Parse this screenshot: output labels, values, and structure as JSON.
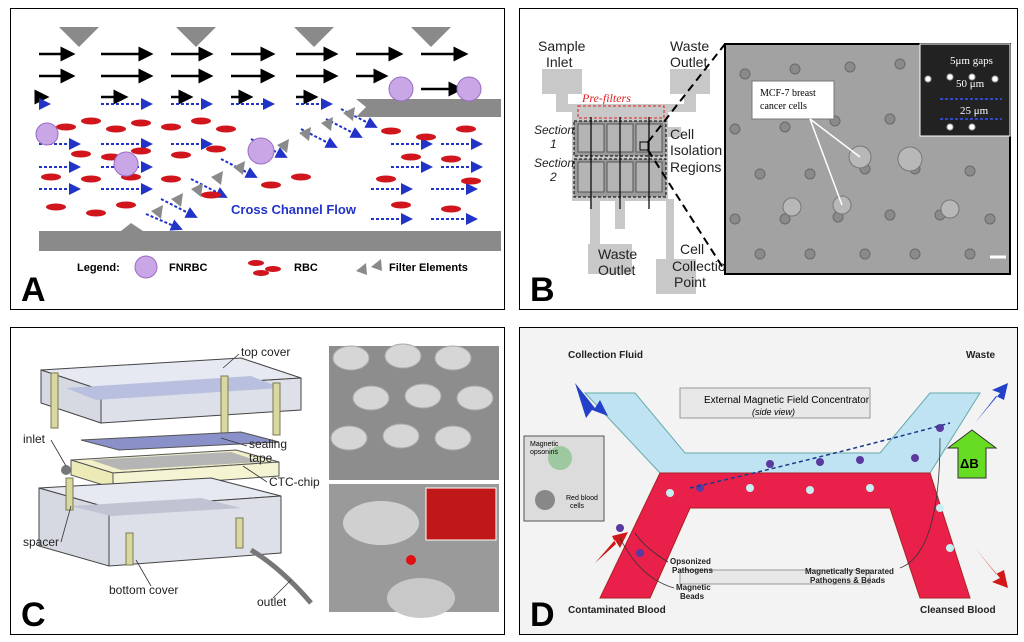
{
  "panels": {
    "A": {
      "label": "A",
      "flow_label": "Cross Channel Flow",
      "legend_title": "Legend:",
      "legend_fnrbc": "FNRBC",
      "legend_rbc": "RBC",
      "legend_filter": "Filter Elements"
    },
    "B": {
      "label": "B",
      "sample_inlet": [
        "Sample",
        "Inlet"
      ],
      "waste_outlet_top": [
        "Waste",
        "Outlet"
      ],
      "prefilters": "Pre-filters",
      "section1": [
        "Section",
        "1"
      ],
      "section2": [
        "Section",
        "2"
      ],
      "cell_isolation": [
        "Cell",
        "Isolation",
        "Regions"
      ],
      "waste_outlet_bottom": [
        "Waste",
        "Outlet"
      ],
      "cell_collection": [
        "Cell",
        "Collection",
        "Point"
      ],
      "mcf7": [
        "MCF-7 breast",
        "cancer cells"
      ],
      "gaps": "5μm gaps",
      "dim50": "50 μm",
      "dim25": "25 μm"
    },
    "C": {
      "label": "C",
      "top_cover": "top cover",
      "sealing_tape": [
        "sealing",
        "tape"
      ],
      "ctc_chip": "CTC-chip",
      "inlet": "inlet",
      "spacer": "spacer",
      "bottom_cover": "bottom cover",
      "outlet": "outlet"
    },
    "D": {
      "label": "D",
      "collection_fluid": "Collection Fluid",
      "waste": "Waste",
      "concentrator": "External Magnetic Field Concentrator",
      "side_view": "(side view)",
      "magnetic_opsonins": [
        "Magnetic",
        "opsonins"
      ],
      "red_blood_cells": [
        "Red blood",
        "cells"
      ],
      "delta_b": "ΔB",
      "opsonized": [
        "Opsonized",
        "Pathogens"
      ],
      "magnetic_beads": [
        "Magnetic",
        "Beads"
      ],
      "separated": [
        "Magnetically Separated",
        "Pathogens & Beads"
      ],
      "contaminated": "Contaminated Blood",
      "cleansed": "Cleansed Blood"
    }
  },
  "colors": {
    "rbc": "#d0161c",
    "fnrbc": "#c9a6e6",
    "arrow_blue": "#2233c8",
    "gray": "#7a7a7a",
    "blue_channel": "#bfe3f2",
    "red_channel": "#e8204a"
  }
}
